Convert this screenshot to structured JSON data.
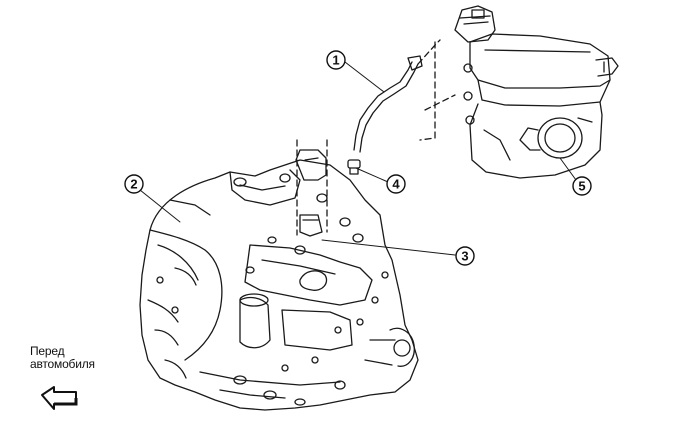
{
  "callouts": [
    {
      "id": "1",
      "label": "1"
    },
    {
      "id": "2",
      "label": "2"
    },
    {
      "id": "3",
      "label": "3"
    },
    {
      "id": "4",
      "label": "4"
    },
    {
      "id": "5",
      "label": "5"
    }
  ],
  "front_label": {
    "line1": "Перед",
    "line2": "автомобиля"
  },
  "icons": {
    "front_arrow": "arrow-left-icon"
  },
  "colors": {
    "ink": "#111111",
    "paper": "#ffffff"
  }
}
